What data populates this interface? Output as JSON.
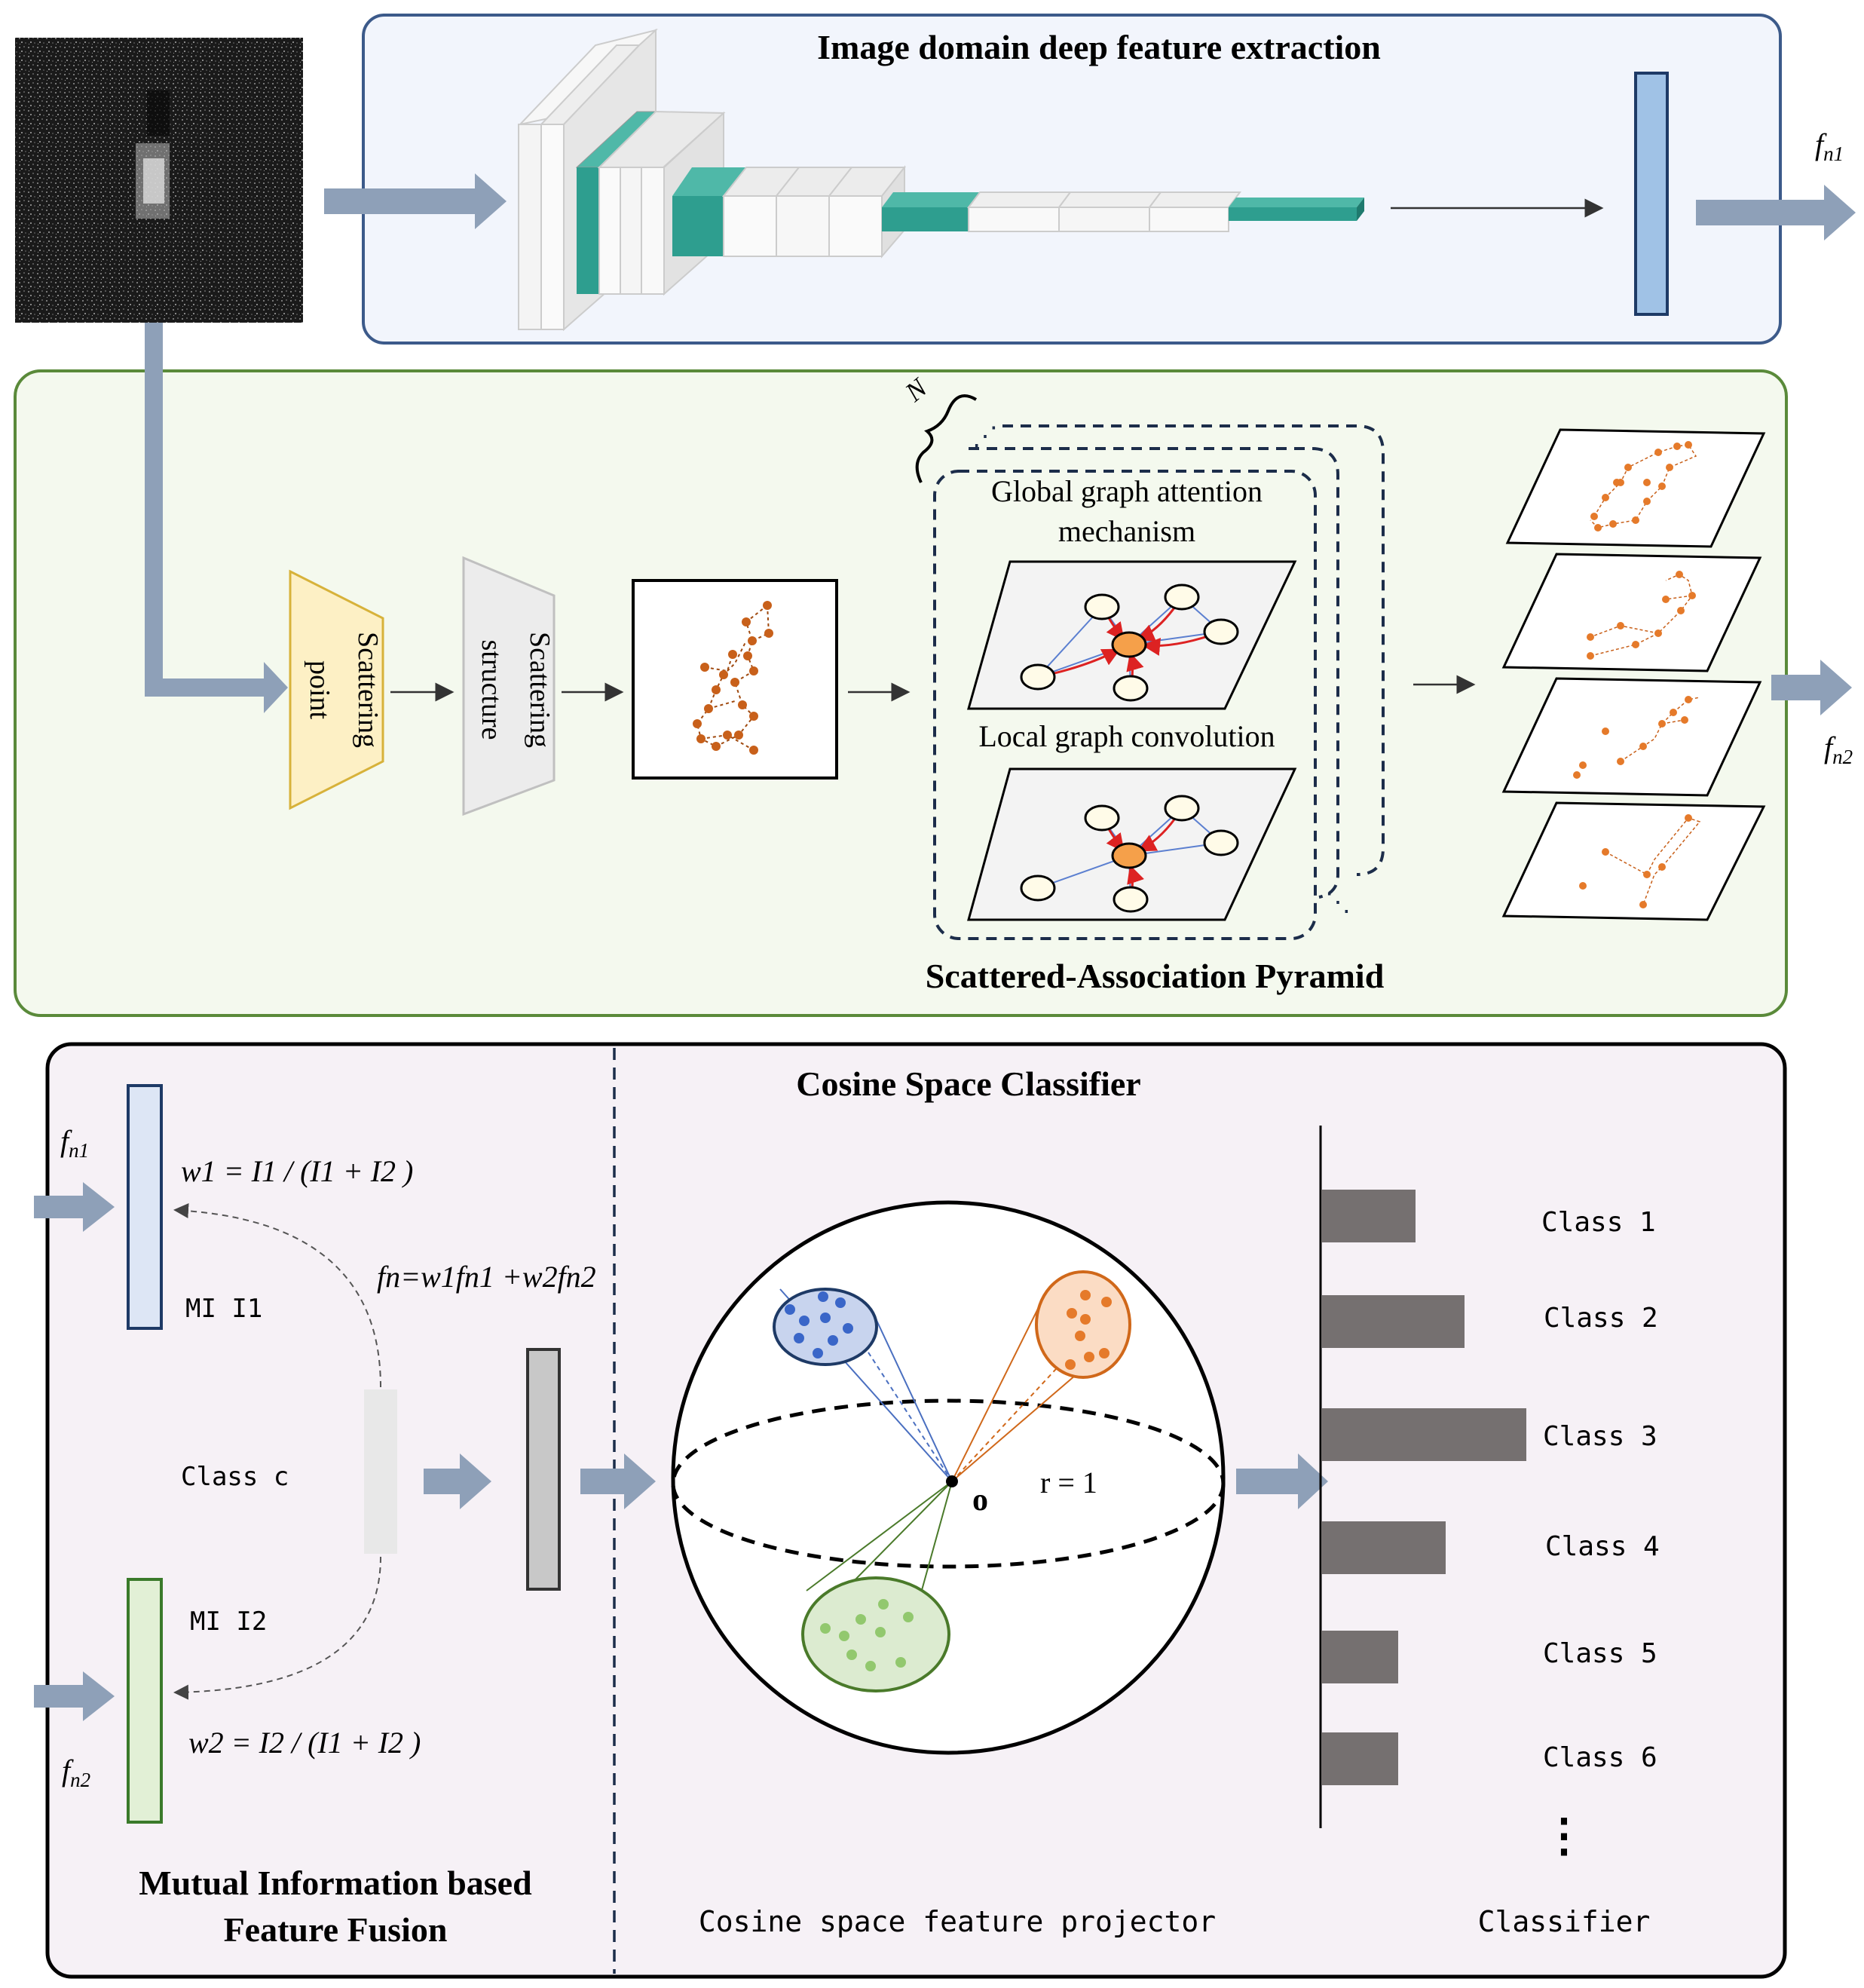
{
  "top": {
    "title": "Image domain deep feature extraction",
    "output_label": "f",
    "output_sub": "n1"
  },
  "middle": {
    "trap1": [
      "Scattering",
      "point"
    ],
    "trap2": [
      "Scattering",
      "structure"
    ],
    "stack_count": "N",
    "global_label": [
      "Global graph attention",
      "mechanism"
    ],
    "local_label": "Local graph convolution",
    "pyramid_title": "Scattered-Association Pyramid",
    "output_label": "f",
    "output_sub": "n2"
  },
  "bottom": {
    "fusion": {
      "in1_label": "f",
      "in1_sub": "n1",
      "in2_label": "f",
      "in2_sub": "n2",
      "w1": "w1 = I1 / (I1 + I2 )",
      "w2": "w2 = I2 / (I1 + I2 )",
      "mi1": "MI  I1",
      "mi2": "MI  I2",
      "class_c": "Class  c",
      "fn_formula": "fn=w1fn1 +w2fn2",
      "title": [
        "Mutual Information based",
        "Feature Fusion"
      ]
    },
    "classifier": {
      "title": "Cosine Space Classifier",
      "origin_label": "o",
      "radius_label": "r = 1",
      "projector_caption": "Cosine space feature projector",
      "classifier_caption": "Classifier",
      "classes": [
        "Class 1",
        "Class 2",
        "Class 3",
        "Class 4",
        "Class 5",
        "Class 6"
      ],
      "ellipsis": "⋮"
    }
  },
  "colors": {
    "top_panel_border": "#3c5a8a",
    "top_panel_fill": "#f2f5fc",
    "mid_panel_border": "#5a8a3a",
    "mid_panel_fill": "#f4f9ee",
    "bottom_panel_fill": "#f6f1f6",
    "arrow": "#8ea0b8",
    "teal": "#2e9e8f",
    "orange_dot": "#c8601a",
    "bar": "#757070"
  }
}
